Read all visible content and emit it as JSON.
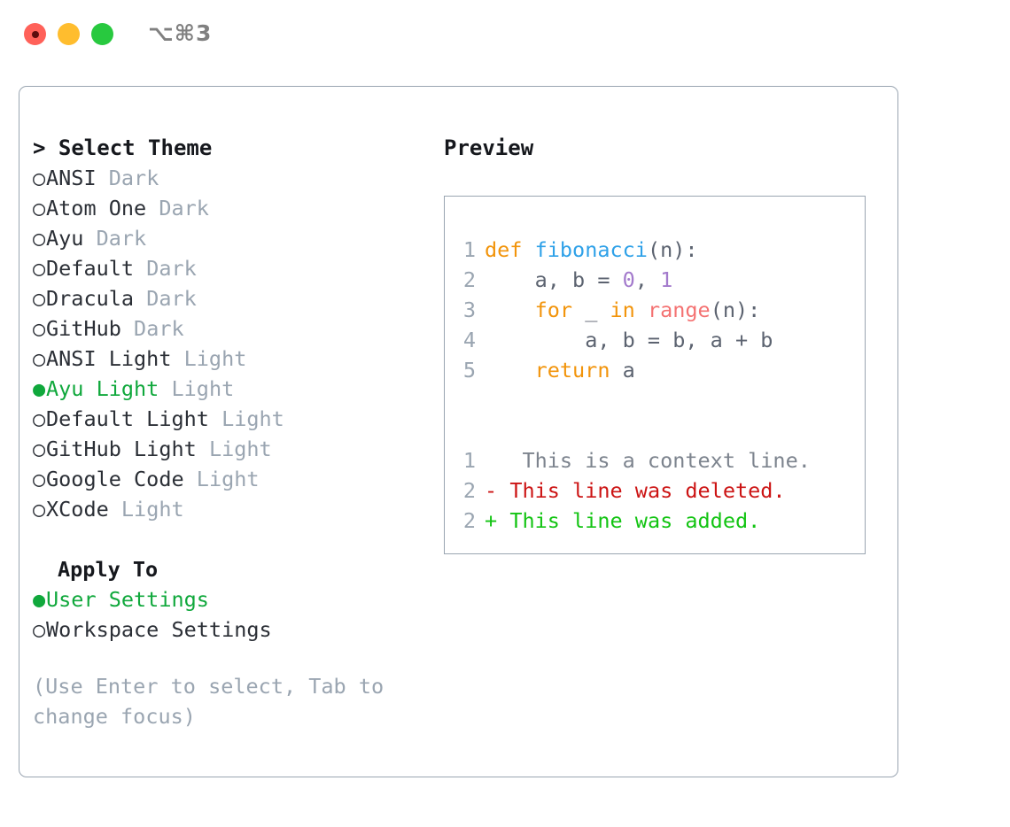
{
  "titlebar": {
    "shortcut": "⌥⌘3",
    "buttons": [
      {
        "name": "close",
        "color": "#ff6159"
      },
      {
        "name": "minimize",
        "color": "#ffbd2e"
      },
      {
        "name": "maximize",
        "color": "#28c93f"
      }
    ]
  },
  "theme_list": {
    "header": "Select Theme",
    "caret": ">",
    "bullet_selected": "●",
    "bullet_unselected": "○",
    "items": [
      {
        "label": "ANSI",
        "tag": "Dark",
        "selected": false
      },
      {
        "label": "Atom One",
        "tag": "Dark",
        "selected": false
      },
      {
        "label": "Ayu",
        "tag": "Dark",
        "selected": false
      },
      {
        "label": "Default",
        "tag": "Dark",
        "selected": false
      },
      {
        "label": "Dracula",
        "tag": "Dark",
        "selected": false
      },
      {
        "label": "GitHub",
        "tag": "Dark",
        "selected": false
      },
      {
        "label": "ANSI Light",
        "tag": "Light",
        "selected": false
      },
      {
        "label": "Ayu Light",
        "tag": "Light",
        "selected": true
      },
      {
        "label": "Default Light",
        "tag": "Light",
        "selected": false
      },
      {
        "label": "GitHub Light",
        "tag": "Light",
        "selected": false
      },
      {
        "label": "Google Code",
        "tag": "Light",
        "selected": false
      },
      {
        "label": "XCode",
        "tag": "Light",
        "selected": false
      }
    ]
  },
  "apply_to": {
    "header": "Apply To",
    "items": [
      {
        "label": "User Settings",
        "selected": true
      },
      {
        "label": "Workspace Settings",
        "selected": false
      }
    ]
  },
  "hint": "(Use Enter to select, Tab to change focus)",
  "preview": {
    "title": "Preview",
    "code_lines": [
      {
        "num": "1",
        "text": "def fibonacci(n):"
      },
      {
        "num": "2",
        "text": "    a, b = 0, 1"
      },
      {
        "num": "3",
        "text": "    for _ in range(n):"
      },
      {
        "num": "4",
        "text": "        a, b = b, a + b"
      },
      {
        "num": "5",
        "text": "    return a"
      }
    ],
    "diff_lines": [
      {
        "num": "1",
        "marker": " ",
        "text": "  This is a context line.",
        "kind": "context"
      },
      {
        "num": "2",
        "marker": "-",
        "text": "This line was deleted.",
        "kind": "deleted"
      },
      {
        "num": "2",
        "marker": "+",
        "text": "This line was added.",
        "kind": "added"
      }
    ]
  },
  "colors": {
    "accent_green": "#10a83c",
    "muted_gray": "#9aa5b1",
    "keyword_orange": "#f2940b",
    "function_blue": "#2fa1e8",
    "number_purple": "#a37acc",
    "builtin_red": "#f47272",
    "diff_deleted": "#cc1414",
    "diff_added": "#13c413",
    "panel_border": "#9aa5b1",
    "text_primary": "#2b2f36"
  },
  "tokens": {
    "l1": {
      "kw": "def",
      "fn": "fibonacci",
      "rest": "(n):"
    },
    "l2": {
      "indent": "    ",
      "var": "a, b = ",
      "n0": "0",
      "sep": ", ",
      "n1": "1"
    },
    "l3": {
      "indent": "    ",
      "kw_for": "for",
      "mid": " _ ",
      "kw_in": "in",
      "sp": " ",
      "bi": "range",
      "rest": "(n):"
    },
    "l4": {
      "indent": "        ",
      "var": "a, b = b, a + b"
    },
    "l5": {
      "indent": "    ",
      "kw": "return",
      "var": " a"
    }
  }
}
